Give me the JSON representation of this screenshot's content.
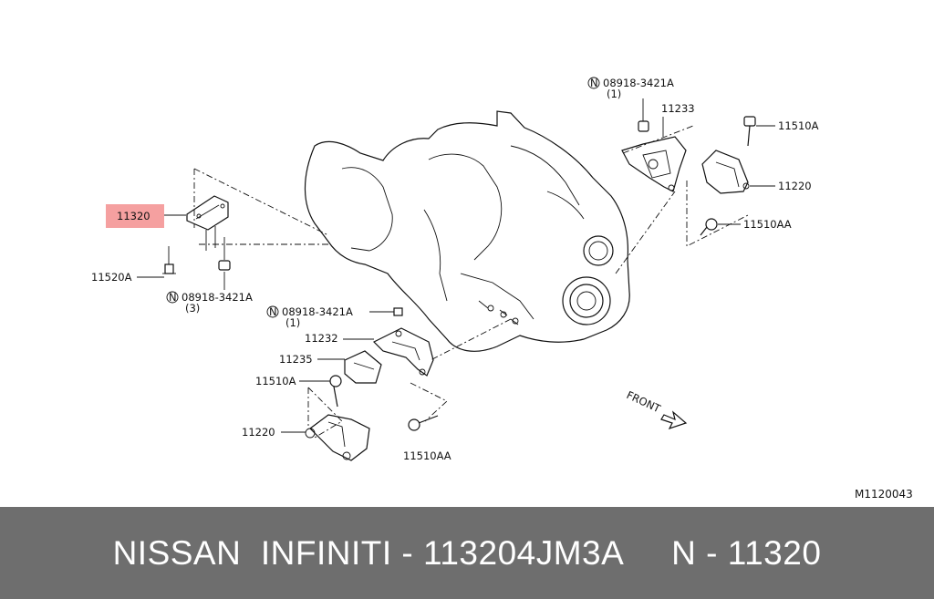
{
  "diagram": {
    "parts": {
      "p11320": "11320",
      "p11520A": "11520A",
      "p08918_3": "08918-3421A",
      "qty3": "(3)",
      "p08918_1a": "08918-3421A",
      "qty1a": "(1)",
      "p11232": "11232",
      "p11235": "11235",
      "p11510A_left": "11510A",
      "p11220_left": "11220",
      "p11510AA_bottom": "11510AA",
      "p08918_1b": "08918-3421A",
      "qty1b": "(1)",
      "p11233": "11233",
      "p11510A_right": "11510A",
      "p11220_right": "11220",
      "p11510AA_right": "11510AA"
    },
    "n_symbol": "N",
    "front": "FRONT",
    "code": "M1120043",
    "highlight_color": "#f5a0a0"
  },
  "footer": {
    "text": "NISSAN  INFINITI - 113204JM3A     N - 11320",
    "background": "#6e6e6e"
  }
}
